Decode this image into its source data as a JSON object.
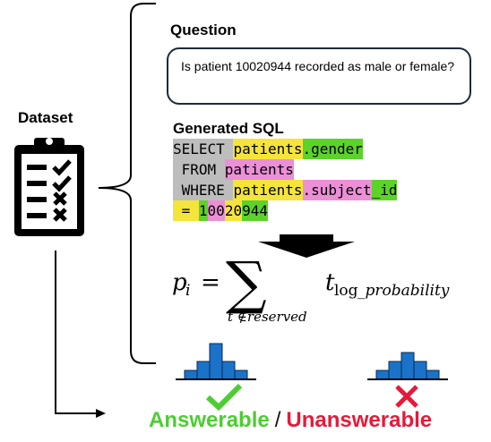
{
  "dataset": {
    "label": "Dataset"
  },
  "question": {
    "label": "Question",
    "text": "Is patient 10020944 recorded as male or female?"
  },
  "sql": {
    "label": "Generated SQL",
    "lines": [
      [
        {
          "t": "SELECT ",
          "c": "gray"
        },
        {
          "t": "patients",
          "c": "yel"
        },
        {
          "t": ".gender",
          "c": "grn"
        }
      ],
      [
        {
          "t": " FROM ",
          "c": "gray"
        },
        {
          "t": "patients",
          "c": "pink"
        }
      ],
      [
        {
          "t": " WHERE ",
          "c": "gray"
        },
        {
          "t": "patients",
          "c": "yel"
        },
        {
          "t": ".subject",
          "c": "pink"
        },
        {
          "t": "_id",
          "c": "grn"
        }
      ],
      [
        {
          "t": " = ",
          "c": "yel"
        },
        {
          "t": "1",
          "c": "grn"
        },
        {
          "t": "00",
          "c": "pink"
        },
        {
          "t": "20",
          "c": "yel"
        },
        {
          "t": "944",
          "c": "grn"
        }
      ]
    ],
    "colors": {
      "gray": "#bdbdbd",
      "yel": "#f5e43c",
      "grn": "#5cd32a",
      "pink": "#eb8fd6"
    }
  },
  "formula": {
    "lhs_var": "p",
    "lhs_sub": "i",
    "equals": "=",
    "sum_symbol": "∑",
    "sum_under": "t ∉reserved",
    "term_var": "t",
    "term_sub_a": "log",
    "term_sub_b": "_probability"
  },
  "histograms": [
    {
      "name": "peaked",
      "values": [
        1,
        2,
        4,
        2,
        1
      ]
    },
    {
      "name": "flat",
      "values": [
        1,
        2,
        3,
        2,
        1
      ]
    }
  ],
  "result": {
    "answerable": "Answerable",
    "separator": "/",
    "unanswerable": "Unanswerable",
    "colors": {
      "answerable": "#4ccd32",
      "unanswerable": "#e51a3a",
      "histogram": "#1a73c8"
    }
  }
}
